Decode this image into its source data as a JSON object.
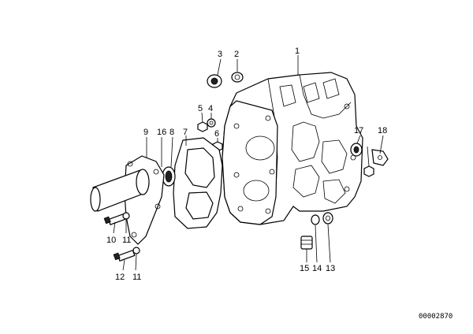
{
  "diagram": {
    "reference_number": "00002870",
    "callouts": [
      {
        "id": "c1",
        "text": "1"
      },
      {
        "id": "c2",
        "text": "2"
      },
      {
        "id": "c3",
        "text": "3"
      },
      {
        "id": "c4",
        "text": "4"
      },
      {
        "id": "c5",
        "text": "5"
      },
      {
        "id": "c6",
        "text": "6"
      },
      {
        "id": "c7",
        "text": "7"
      },
      {
        "id": "c8",
        "text": "8"
      },
      {
        "id": "c9",
        "text": "9"
      },
      {
        "id": "c10",
        "text": "10"
      },
      {
        "id": "c11a",
        "text": "11"
      },
      {
        "id": "c11b",
        "text": "11"
      },
      {
        "id": "c12",
        "text": "12"
      },
      {
        "id": "c13",
        "text": "13"
      },
      {
        "id": "c14",
        "text": "14"
      },
      {
        "id": "c15",
        "text": "15"
      },
      {
        "id": "c16",
        "text": "16"
      },
      {
        "id": "c17",
        "text": "17"
      },
      {
        "id": "c18",
        "text": "18"
      }
    ]
  }
}
